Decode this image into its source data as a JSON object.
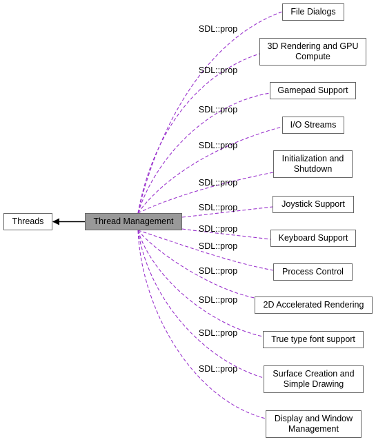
{
  "diagram": {
    "edge_label": "SDL::prop",
    "edge_color": "#9a32cd",
    "arrow_color": "#000000",
    "current_node_fill": "#999999",
    "node_border_color": "#666666",
    "parent": {
      "label": "Threads"
    },
    "current": {
      "label": "Thread Management"
    },
    "related": [
      {
        "label": "File Dialogs"
      },
      {
        "label": "3D Rendering and GPU\nCompute"
      },
      {
        "label": "Gamepad Support"
      },
      {
        "label": "I/O Streams"
      },
      {
        "label": "Initialization and\nShutdown"
      },
      {
        "label": "Joystick Support"
      },
      {
        "label": "Keyboard Support"
      },
      {
        "label": "Process Control"
      },
      {
        "label": "2D Accelerated Rendering"
      },
      {
        "label": "True type font support"
      },
      {
        "label": "Surface Creation and\nSimple Drawing"
      },
      {
        "label": "Display and Window\nManagement"
      }
    ]
  }
}
